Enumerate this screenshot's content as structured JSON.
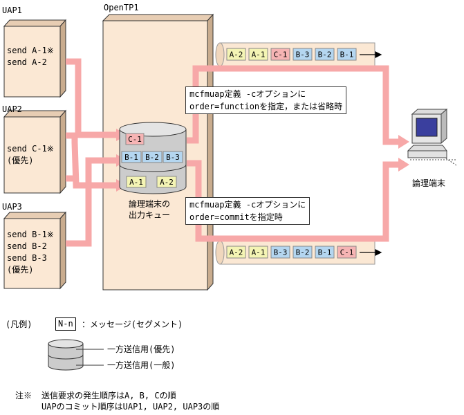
{
  "uap1": {
    "label": "UAP1",
    "lines": [
      "send A-1※",
      "send A-2"
    ]
  },
  "uap2": {
    "label": "UAP2",
    "lines": [
      "send C-1※",
      "(優先)"
    ]
  },
  "uap3": {
    "label": "UAP3",
    "lines": [
      "send B-1※",
      "send B-2",
      "send B-3",
      "(優先)"
    ]
  },
  "opentp1": {
    "label": "OpenTP1"
  },
  "queue": {
    "label_line1": "論理端末の",
    "label_line2": "出力キュー",
    "priority_segments": [
      "C-1"
    ],
    "middle_segments": [
      "B-1",
      "B-2",
      "B-3"
    ],
    "normal_segments": [
      "A-1",
      "A-2"
    ]
  },
  "top_pipe": {
    "segments": [
      "A-2",
      "A-1",
      "C-1",
      "B-3",
      "B-2",
      "B-1"
    ]
  },
  "bottom_pipe": {
    "segments": [
      "A-2",
      "A-1",
      "B-3",
      "B-2",
      "B-1",
      "C-1"
    ]
  },
  "note_top": {
    "line1": "mcfmuap定義 -cオプションに",
    "line2": "order=functionを指定，または省略時"
  },
  "note_bottom": {
    "line1": "mcfmuap定義 -cオプションに",
    "line2": "order=commitを指定時"
  },
  "terminal": {
    "label": "論理端末"
  },
  "legend": {
    "title": "(凡例)",
    "segment_sample": "N-n",
    "segment_text": "：メッセージ(セグメント)",
    "priority_text": "一方送信用(優先)",
    "normal_text": "一方送信用(一般)"
  },
  "footnote": {
    "mark": "注※",
    "line1": "送信要求の発生順序はA, B, Cの順",
    "line2": "UAPのコミット順序はUAP1, UAP2, UAP3の順"
  },
  "colors": {
    "A": "#f4f4b4",
    "B": "#b4d6f0",
    "C": "#f6b4b4",
    "arrow": "#f7a8a8",
    "box": "#fbe8d4",
    "pipe": "#fbe8d4"
  }
}
